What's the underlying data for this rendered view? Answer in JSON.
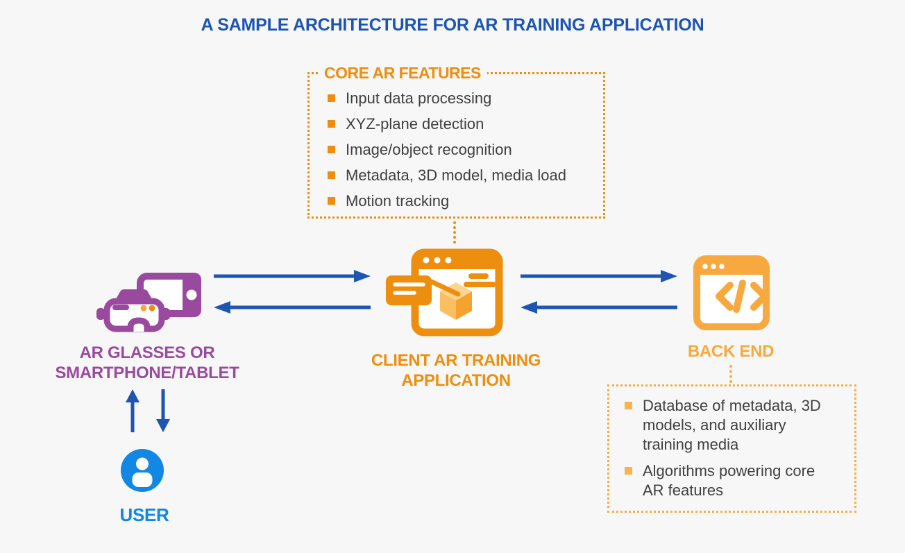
{
  "title": "A SAMPLE ARCHITECTURE FOR AR TRAINING APPLICATION",
  "core_features": {
    "title": "CORE AR FEATURES",
    "items": [
      "Input data processing",
      "XYZ-plane detection",
      "Image/object recognition",
      "Metadata, 3D model, media load",
      "Motion tracking"
    ]
  },
  "nodes": {
    "device": {
      "label": "AR GLASSES OR\nSMARTPHONE/TABLET",
      "icon": "ar-glasses-and-tablet-icon"
    },
    "client": {
      "label": "CLIENT AR TRAINING\nAPPLICATION",
      "icon": "browser-window-ar-cube-icon"
    },
    "backend": {
      "label": "BACK END",
      "icon": "code-window-icon"
    },
    "user": {
      "label": "USER",
      "icon": "person-circle-icon"
    }
  },
  "backend_details": {
    "items": [
      "Database of metadata, 3D\nmodels, and auxiliary\ntraining media",
      "Algorithms powering core\nAR features"
    ]
  },
  "colors": {
    "background": "#F7F7F7",
    "title_blue": "#1B55B2",
    "arrow_blue": "#1E55B0",
    "orange": "#EE8E0E",
    "light_orange": "#F7A93F",
    "backend_bullet": "#F9B34A",
    "purple": "#9A4A9E",
    "user_blue": "#1287E4",
    "body_text": "#3F3F3F",
    "cube_top": "#FBD490",
    "cube_left": "#FBBF63",
    "cube_right": "#F3A32E"
  }
}
